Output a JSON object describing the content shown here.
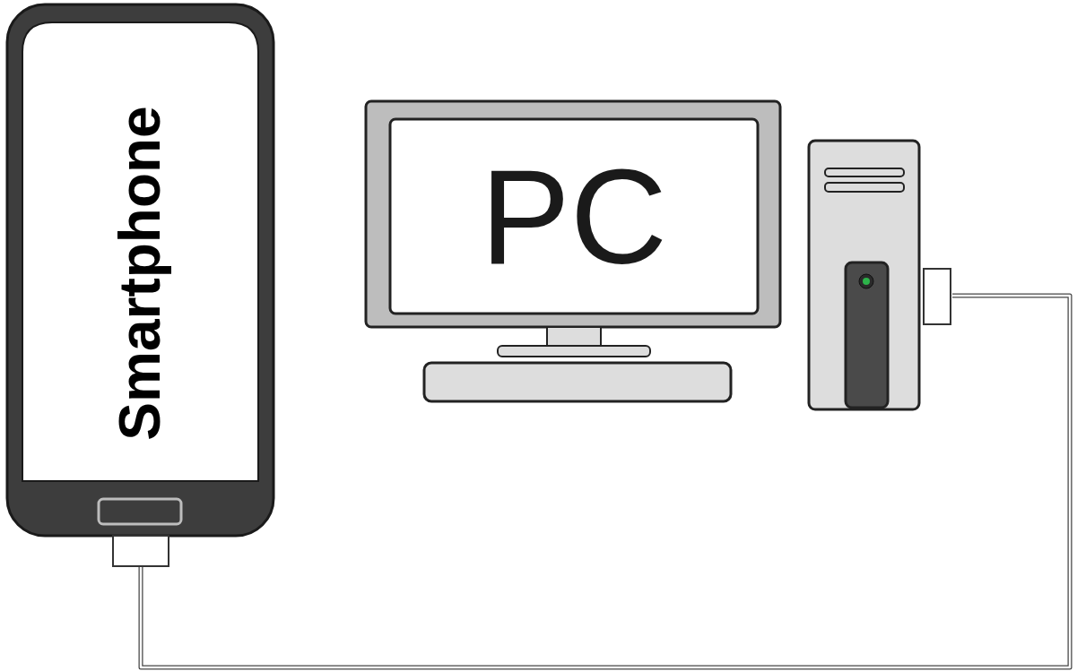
{
  "diagram": {
    "nodes": [
      {
        "text": [
          "Smartphone"
        ]
      },
      {
        "text": [
          "PC"
        ]
      }
    ],
    "edges": [
      {
        "from": 0,
        "to": 1,
        "arrow": "none"
      }
    ]
  }
}
